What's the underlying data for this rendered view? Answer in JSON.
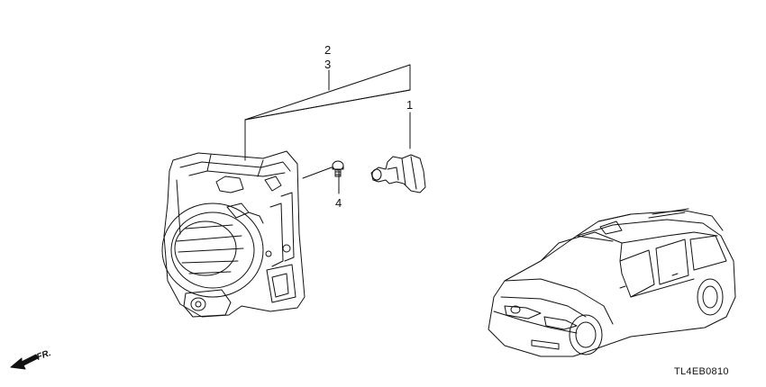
{
  "diagram": {
    "callouts": {
      "part_2": "2",
      "part_3": "3",
      "part_1": "1",
      "part_4": "4"
    },
    "front_indicator": "FR.",
    "diagram_code": "TL4EB0810"
  },
  "colors": {
    "line": "#111111",
    "background": "#ffffff"
  }
}
